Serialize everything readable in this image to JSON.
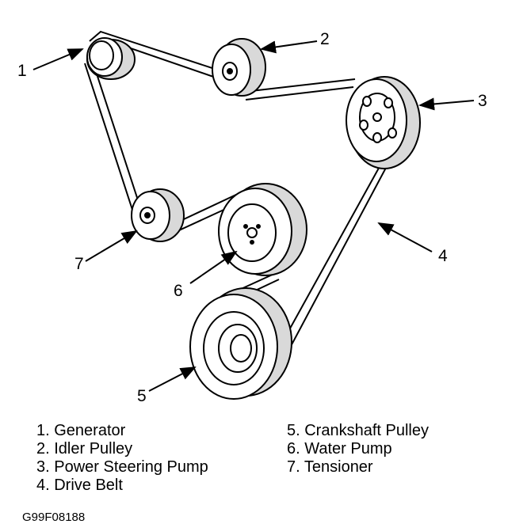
{
  "callouts": [
    "1",
    "2",
    "3",
    "4",
    "5",
    "6",
    "7"
  ],
  "legend": {
    "left": [
      "1. Generator",
      "2. Idler Pulley",
      "3. Power Steering Pump",
      "4. Drive Belt"
    ],
    "right": [
      "5. Crankshaft Pulley",
      "6. Water Pump",
      "7. Tensioner"
    ]
  },
  "figure_code": "G99F08188",
  "colors": {
    "ink": "#000000",
    "paper": "#ffffff",
    "shade": "#d9d9d9"
  }
}
